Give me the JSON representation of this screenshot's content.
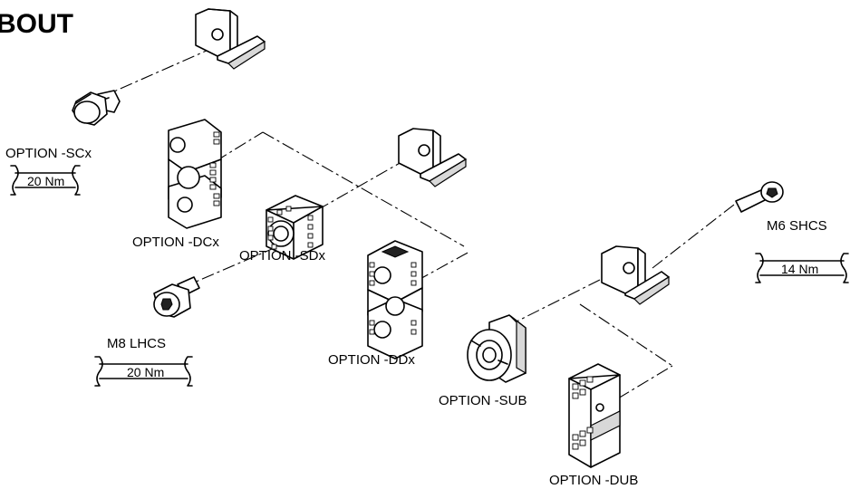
{
  "title": "BOUT",
  "labels": {
    "option_scx": "OPTION -SCx",
    "option_dcx": "OPTION -DCx",
    "option_sdx": "OPTION -SDx",
    "option_ddx": "OPTION -DDx",
    "option_sub": "OPTION -SUB",
    "option_dub": "OPTION -DUB",
    "m8_lhcs": "M8 LHCS",
    "m6_shcs": "M6 SHCS"
  },
  "torques": {
    "scx": "20 Nm",
    "m8": "20 Nm",
    "m6": "14 Nm"
  }
}
